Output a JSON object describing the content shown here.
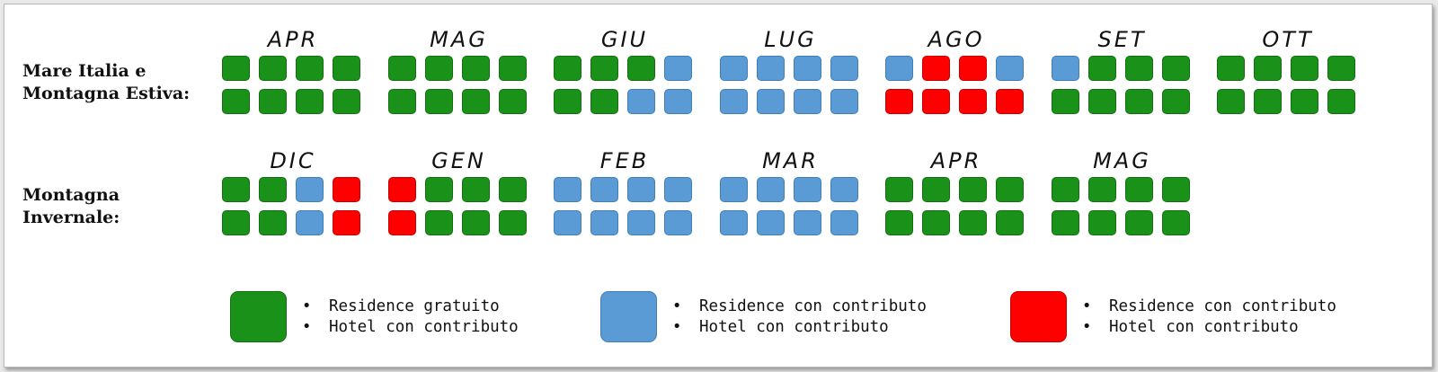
{
  "colors": {
    "green": "#1a921a",
    "blue": "#5b9bd5",
    "red": "#ff0000"
  },
  "rows": [
    {
      "label_lines": [
        "Mare Italia e",
        "Montagna Estiva:"
      ],
      "months": [
        {
          "label": "APR",
          "cells": [
            [
              "green",
              "green",
              "green",
              "green"
            ],
            [
              "green",
              "green",
              "green",
              "green"
            ]
          ]
        },
        {
          "label": "MAG",
          "cells": [
            [
              "green",
              "green",
              "green",
              "green"
            ],
            [
              "green",
              "green",
              "green",
              "green"
            ]
          ]
        },
        {
          "label": "GIU",
          "cells": [
            [
              "green",
              "green",
              "green",
              "blue"
            ],
            [
              "green",
              "green",
              "blue",
              "blue"
            ]
          ]
        },
        {
          "label": "LUG",
          "cells": [
            [
              "blue",
              "blue",
              "blue",
              "blue"
            ],
            [
              "blue",
              "blue",
              "blue",
              "blue"
            ]
          ]
        },
        {
          "label": "AGO",
          "cells": [
            [
              "blue",
              "red",
              "red",
              "blue"
            ],
            [
              "red",
              "red",
              "red",
              "red"
            ]
          ]
        },
        {
          "label": "SET",
          "cells": [
            [
              "blue",
              "green",
              "green",
              "green"
            ],
            [
              "green",
              "green",
              "green",
              "green"
            ]
          ]
        },
        {
          "label": "OTT",
          "cells": [
            [
              "green",
              "green",
              "green",
              "green"
            ],
            [
              "green",
              "green",
              "green",
              "green"
            ]
          ]
        }
      ]
    },
    {
      "label_lines": [
        "Montagna",
        "Invernale:"
      ],
      "months": [
        {
          "label": "DIC",
          "cells": [
            [
              "green",
              "green",
              "blue",
              "red"
            ],
            [
              "green",
              "green",
              "blue",
              "red"
            ]
          ]
        },
        {
          "label": "GEN",
          "cells": [
            [
              "red",
              "green",
              "green",
              "green"
            ],
            [
              "red",
              "green",
              "green",
              "green"
            ]
          ]
        },
        {
          "label": "FEB",
          "cells": [
            [
              "blue",
              "blue",
              "blue",
              "blue"
            ],
            [
              "blue",
              "blue",
              "blue",
              "blue"
            ]
          ]
        },
        {
          "label": "MAR",
          "cells": [
            [
              "blue",
              "blue",
              "blue",
              "blue"
            ],
            [
              "blue",
              "blue",
              "blue",
              "blue"
            ]
          ]
        },
        {
          "label": "APR",
          "cells": [
            [
              "green",
              "green",
              "green",
              "green"
            ],
            [
              "green",
              "green",
              "green",
              "green"
            ]
          ]
        },
        {
          "label": "MAG",
          "cells": [
            [
              "green",
              "green",
              "green",
              "green"
            ],
            [
              "green",
              "green",
              "green",
              "green"
            ]
          ]
        }
      ]
    }
  ],
  "legend": [
    {
      "color": "green",
      "lines": [
        "Residence gratuito",
        "Hotel con contributo"
      ]
    },
    {
      "color": "blue",
      "lines": [
        "Residence con contributo",
        "Hotel con contributo"
      ]
    },
    {
      "color": "red",
      "lines": [
        "Residence con contributo",
        "Hotel con contributo"
      ]
    }
  ]
}
